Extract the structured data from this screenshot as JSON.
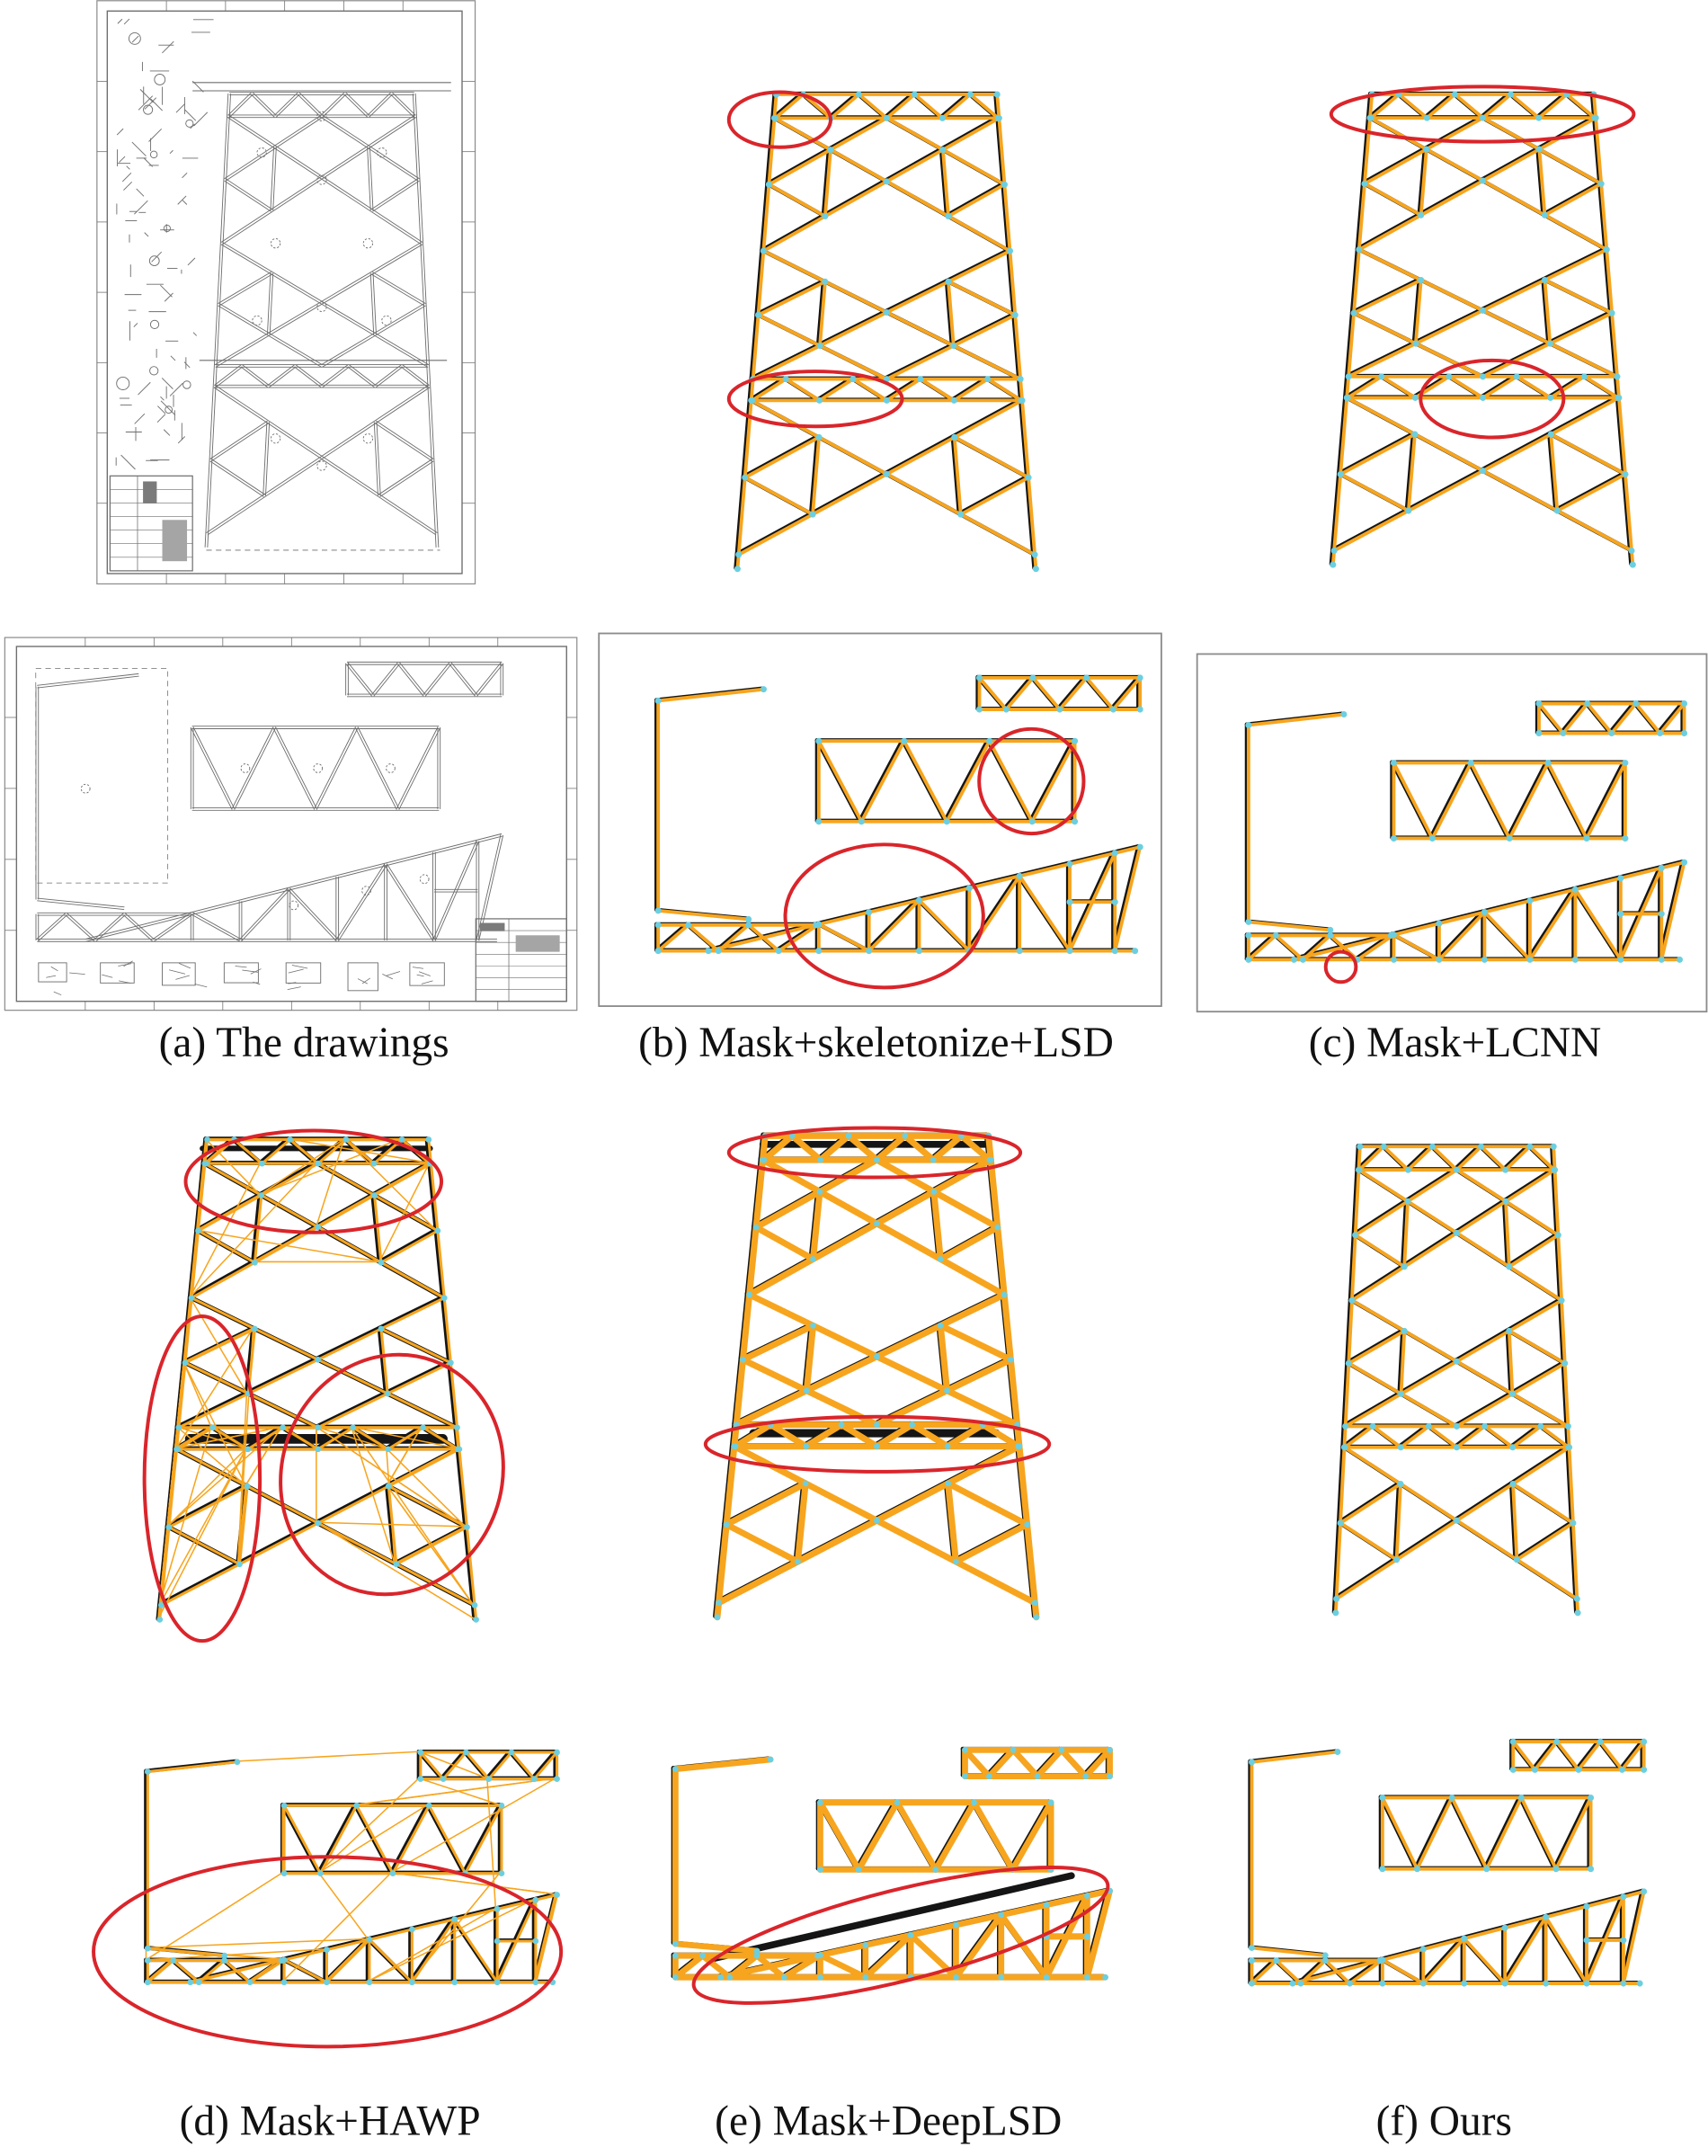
{
  "captions": [
    "(a) The drawings",
    "(b) Mask+skeletonize+LSD",
    "(c) Mask+LCNN",
    "(d) Mask+HAWP",
    "(e) Mask+DeepLSD",
    "(f) Ours"
  ],
  "colors": {
    "prediction": "#F7A51E",
    "ground_truth": "#151515",
    "junction": "#6CCFE0",
    "highlight": "#D9252B",
    "drawing_line": "#6E6E6E",
    "panel_border": "#8C8C8C"
  }
}
